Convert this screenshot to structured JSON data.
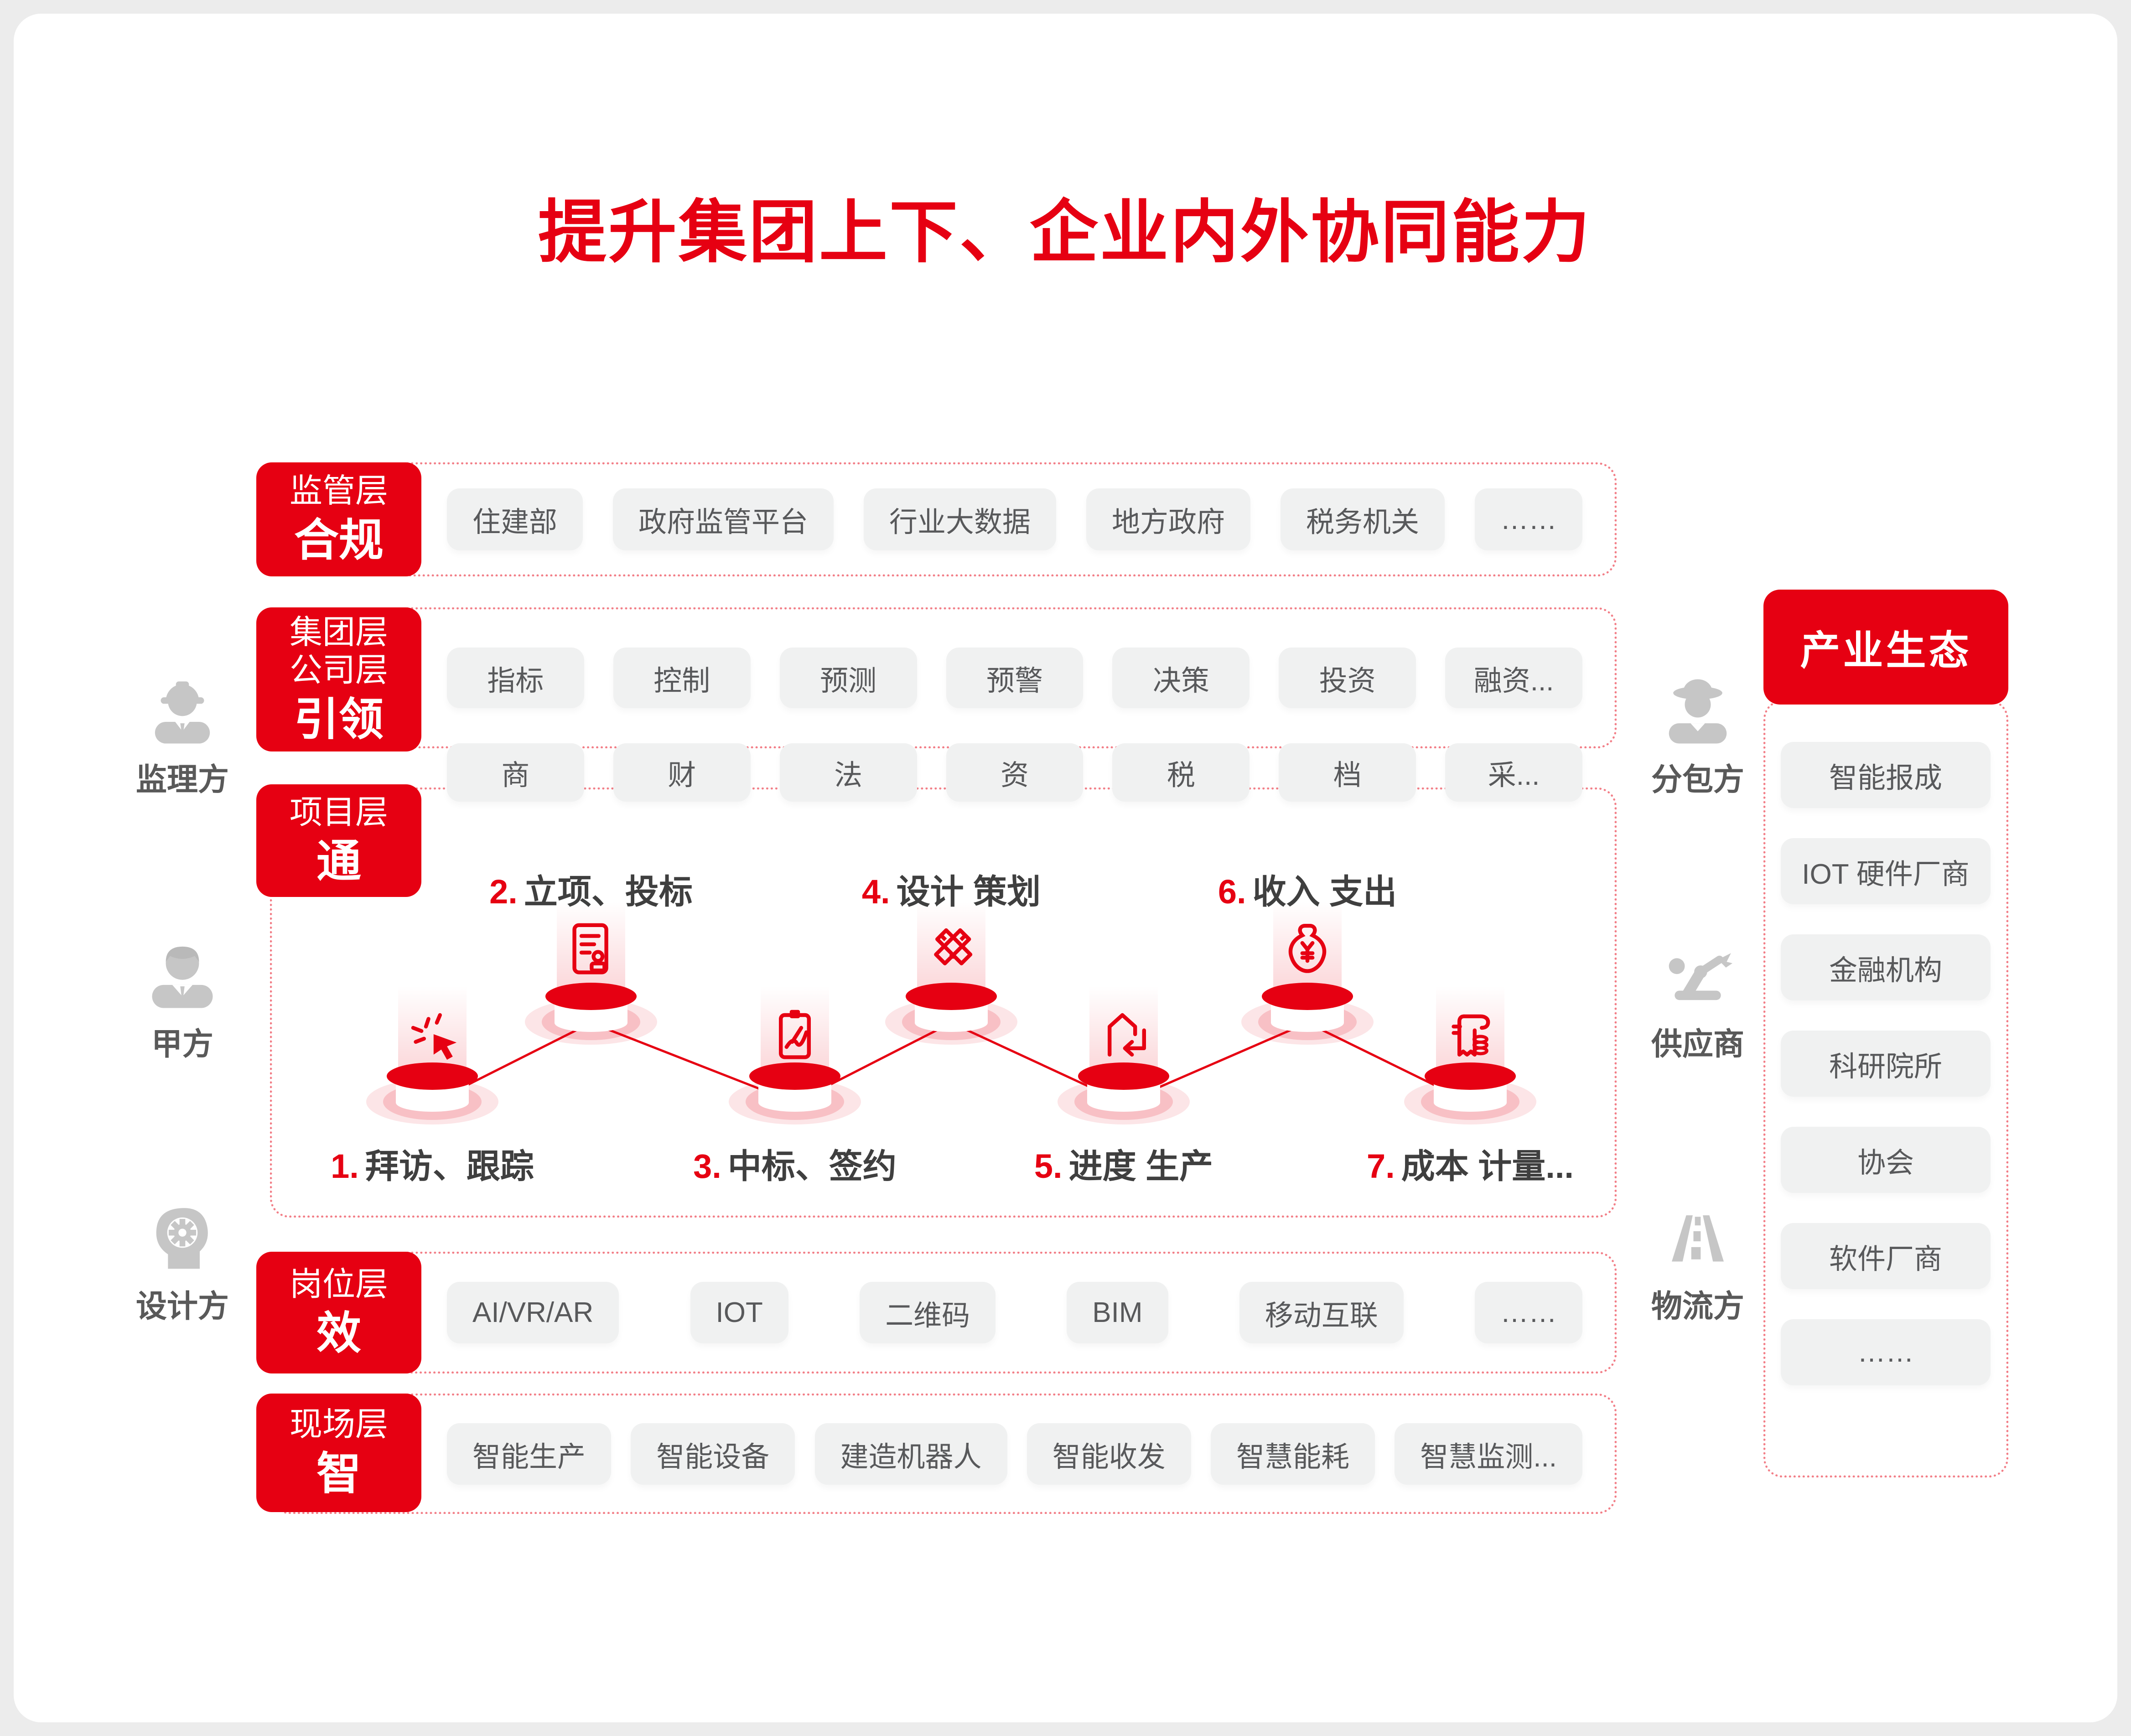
{
  "title": "提升集团上下、企业内外协同能力",
  "left_parties": [
    {
      "label": "监理方"
    },
    {
      "label": "甲方"
    },
    {
      "label": "设计方"
    }
  ],
  "right_parties": [
    {
      "label": "分包方"
    },
    {
      "label": "供应商"
    },
    {
      "label": "物流方"
    }
  ],
  "rows": [
    {
      "label_lines": [
        "监管层"
      ],
      "label_bold": "合规",
      "items": [
        "住建部",
        "政府监管平台",
        "行业大数据",
        "地方政府",
        "税务机关",
        "……"
      ]
    },
    {
      "label_lines": [
        "集团层",
        "公司层"
      ],
      "label_bold": "引领",
      "items": [
        "指标",
        "控制",
        "预测",
        "预警",
        "决策",
        "投资",
        "融资..."
      ],
      "sub_items": [
        "商",
        "财",
        "法",
        "资",
        "税",
        "档",
        "采..."
      ]
    },
    {
      "label_lines": [
        "项目层"
      ],
      "label_bold": "通"
    },
    {
      "label_lines": [
        "岗位层"
      ],
      "label_bold": "效",
      "items": [
        "AI/VR/AR",
        "IOT",
        "二维码",
        "BIM",
        "移动互联",
        "……"
      ]
    },
    {
      "label_lines": [
        "现场层"
      ],
      "label_bold": "智",
      "items": [
        "智能生产",
        "智能设备",
        "建造机器人",
        "智能收发",
        "智慧能耗",
        "智慧监测..."
      ]
    }
  ],
  "flow_steps": [
    {
      "num": "1.",
      "text": "拜访、跟踪",
      "position": "bottom",
      "icon": "visit-click-icon"
    },
    {
      "num": "2.",
      "text": "立项、投标",
      "position": "top",
      "icon": "bid-document-icon"
    },
    {
      "num": "3.",
      "text": "中标、签约",
      "position": "bottom",
      "icon": "contract-sign-icon"
    },
    {
      "num": "4.",
      "text": "设计 策划",
      "position": "top",
      "icon": "design-tools-icon"
    },
    {
      "num": "5.",
      "text": "进度 生产",
      "position": "bottom",
      "icon": "production-building-icon"
    },
    {
      "num": "6.",
      "text": "收入 支出",
      "position": "top",
      "icon": "money-bag-icon"
    },
    {
      "num": "7.",
      "text": "成本 计量...",
      "position": "bottom",
      "icon": "cost-receipt-icon"
    }
  ],
  "ecosystem": {
    "title": "产业生态",
    "items": [
      "智能报成",
      "IOT 硬件厂商",
      "金融机构",
      "科研院所",
      "协会",
      "软件厂商",
      "……"
    ]
  },
  "colors": {
    "accent": "#e60012",
    "item_bg": "#f0f1f1",
    "item_text": "#58595b",
    "party_text": "#595959",
    "icon_gray": "#c6c6c6"
  }
}
